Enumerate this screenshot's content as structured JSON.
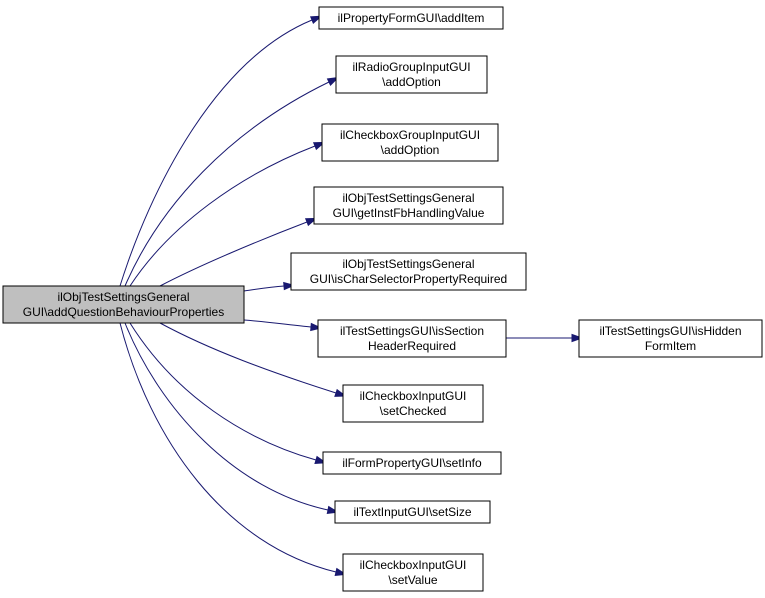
{
  "nodes": [
    {
      "id": "root",
      "lines": [
        "ilObjTestSettingsGeneral",
        "GUI\\addQuestionBehaviourProperties"
      ],
      "highlighted": true
    },
    {
      "id": "n1",
      "lines": [
        "ilPropertyFormGUI\\addItem"
      ]
    },
    {
      "id": "n2",
      "lines": [
        "ilRadioGroupInputGUI",
        "\\addOption"
      ]
    },
    {
      "id": "n3",
      "lines": [
        "ilCheckboxGroupInputGUI",
        "\\addOption"
      ]
    },
    {
      "id": "n4",
      "lines": [
        "ilObjTestSettingsGeneral",
        "GUI\\getInstFbHandlingValue"
      ]
    },
    {
      "id": "n5",
      "lines": [
        "ilObjTestSettingsGeneral",
        "GUI\\isCharSelectorPropertyRequired"
      ]
    },
    {
      "id": "n6",
      "lines": [
        "ilTestSettingsGUI\\isSection",
        "HeaderRequired"
      ]
    },
    {
      "id": "n7",
      "lines": [
        "ilTestSettingsGUI\\isHidden",
        "FormItem"
      ]
    },
    {
      "id": "n8",
      "lines": [
        "ilCheckboxInputGUI",
        "\\setChecked"
      ]
    },
    {
      "id": "n9",
      "lines": [
        "ilFormPropertyGUI\\setInfo"
      ]
    },
    {
      "id": "n10",
      "lines": [
        "ilTextInputGUI\\setSize"
      ]
    },
    {
      "id": "n11",
      "lines": [
        "ilCheckboxInputGUI",
        "\\setValue"
      ]
    }
  ],
  "edges": [
    {
      "from": "root",
      "to": "n1"
    },
    {
      "from": "root",
      "to": "n2"
    },
    {
      "from": "root",
      "to": "n3"
    },
    {
      "from": "root",
      "to": "n4"
    },
    {
      "from": "root",
      "to": "n5"
    },
    {
      "from": "root",
      "to": "n6"
    },
    {
      "from": "root",
      "to": "n8"
    },
    {
      "from": "root",
      "to": "n9"
    },
    {
      "from": "root",
      "to": "n10"
    },
    {
      "from": "root",
      "to": "n11"
    },
    {
      "from": "n6",
      "to": "n7"
    }
  ],
  "colors": {
    "edge": "#191970",
    "root_fill": "#bfbfbf",
    "node_fill": "#ffffff",
    "border": "#000000"
  }
}
